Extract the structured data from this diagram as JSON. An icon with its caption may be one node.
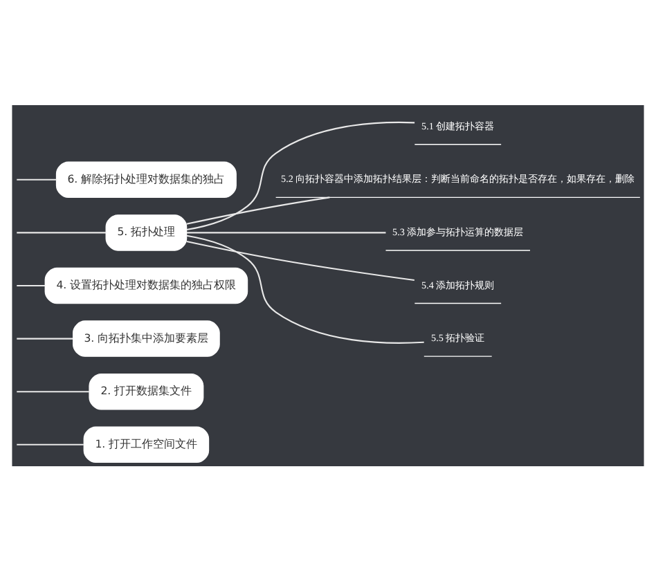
{
  "diagram": {
    "nodes": [
      {
        "text": [
          "1. 打开工作空间文件"
        ]
      },
      {
        "text": [
          "2. 打开数据集文件"
        ]
      },
      {
        "text": [
          "3. 向拓扑集中添加要素层"
        ]
      },
      {
        "text": [
          "4. 设置拓扑处理对数据集的独占权限"
        ]
      },
      {
        "text": [
          "5. 拓扑处理"
        ]
      },
      {
        "text": [
          "6. 解除拓扑处理对数据集的独占"
        ]
      },
      {
        "text": [
          "5.1 创建拓扑容器"
        ]
      },
      {
        "text": [
          "5.2 向拓扑容器中添加拓扑结果层：判断当前命名的拓扑是否存在，如果存在，删除"
        ]
      },
      {
        "text": [
          "5.3 添加参与拓扑运算的数据层"
        ]
      },
      {
        "text": [
          "5.4 添加拓扑规则"
        ]
      },
      {
        "text": [
          "5.5 拓扑验证"
        ]
      }
    ],
    "edges": [
      {
        "from": null,
        "to": 0,
        "arrow": "none"
      },
      {
        "from": null,
        "to": 1,
        "arrow": "none"
      },
      {
        "from": null,
        "to": 2,
        "arrow": "none"
      },
      {
        "from": null,
        "to": 3,
        "arrow": "none"
      },
      {
        "from": null,
        "to": 4,
        "arrow": "none"
      },
      {
        "from": null,
        "to": 5,
        "arrow": "none"
      },
      {
        "from": 4,
        "to": 6,
        "arrow": "none"
      },
      {
        "from": 4,
        "to": 7,
        "arrow": "none"
      },
      {
        "from": 4,
        "to": 8,
        "arrow": "none"
      },
      {
        "from": 4,
        "to": 9,
        "arrow": "none"
      },
      {
        "from": 4,
        "to": 10,
        "arrow": "none"
      }
    ]
  }
}
